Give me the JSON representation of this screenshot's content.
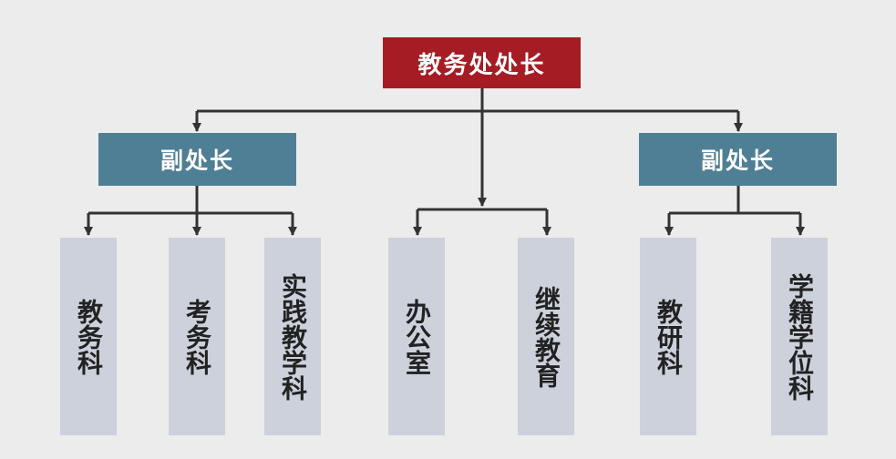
{
  "head": {
    "label": "教务处处长"
  },
  "deputies": [
    {
      "label": "副处长"
    },
    {
      "label": "副处长"
    }
  ],
  "departments": [
    {
      "label": "教务科"
    },
    {
      "label": "考务科"
    },
    {
      "label": "实践教学科"
    },
    {
      "label": "办公室"
    },
    {
      "label": "继续教育"
    },
    {
      "label": "教研科"
    },
    {
      "label": "学籍学位科"
    }
  ],
  "colors": {
    "head": "#a51c25",
    "deputy": "#4f7f95",
    "department": "#ccd1dc",
    "connector": "#333333",
    "background": "#ececec"
  }
}
